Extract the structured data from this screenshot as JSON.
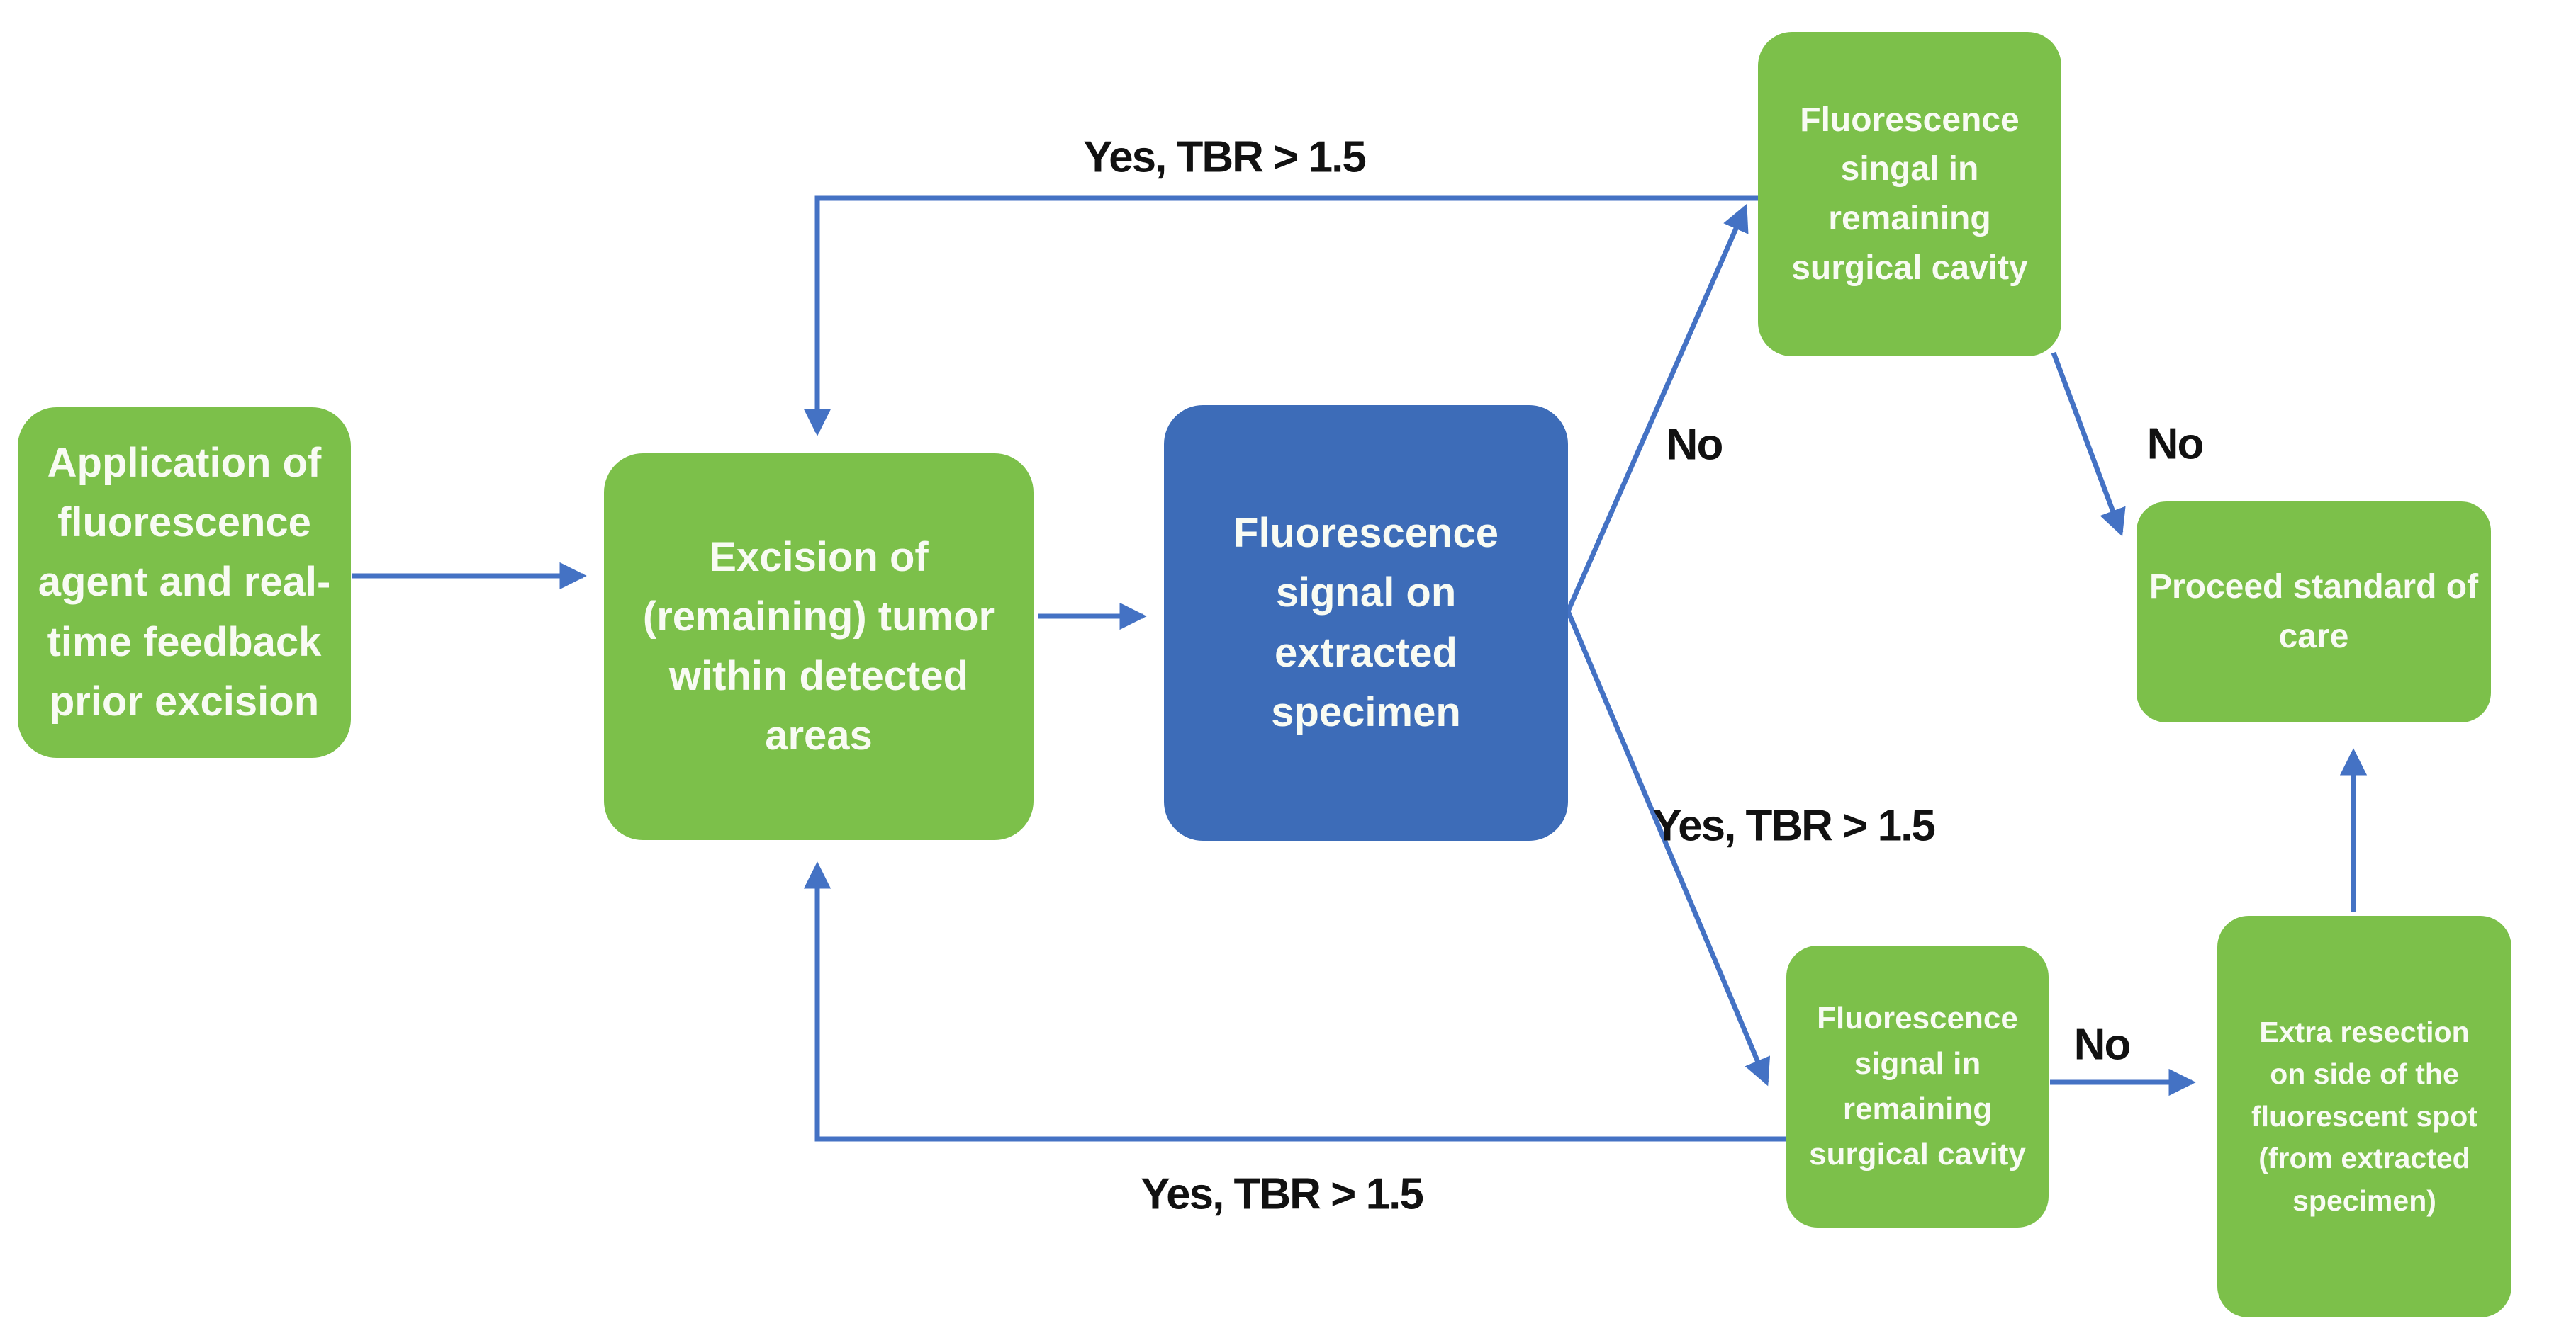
{
  "diagram": {
    "nodes": {
      "application": {
        "label": "Application of\nfluorescence\nagent and real-\ntime feedback\nprior excision"
      },
      "excision": {
        "label": "Excision of\n(remaining) tumor\nwithin detected\nareas"
      },
      "specimen": {
        "label": "Fluorescence\nsignal on\nextracted\nspecimen"
      },
      "cavity_top": {
        "label": "Fluorescence\nsingal in\nremaining\nsurgical cavity"
      },
      "proceed": {
        "label": "Proceed standard of\ncare"
      },
      "cavity_bottom": {
        "label": "Fluorescence\nsignal in\nremaining\nsurgical cavity"
      },
      "extra_resection": {
        "label": "Extra resection\non side of the\nfluorescent spot\n(from extracted\nspecimen)"
      }
    },
    "edge_labels": {
      "yes_top": "Yes, TBR > 1.5",
      "no_upper": "No",
      "yes_middle": "Yes, TBR > 1.5",
      "no_right": "No",
      "no_bottom": "No",
      "yes_bottom": "Yes, TBR > 1.5"
    },
    "colors": {
      "node_green": "#7CC04A",
      "node_blue": "#3D6CB8",
      "connector_blue": "#4472C4",
      "node_text": "#F8FBF3",
      "edge_label_text": "#111111",
      "background": "#FFFFFF"
    }
  }
}
